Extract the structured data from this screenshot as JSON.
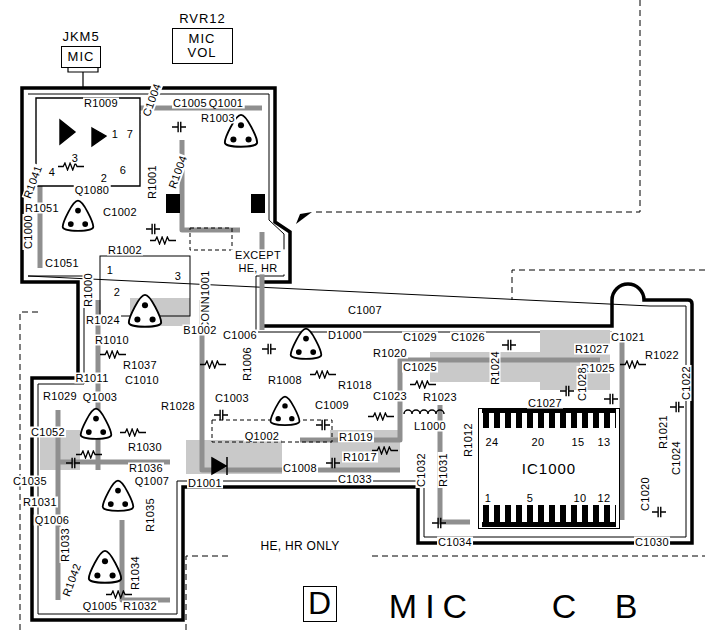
{
  "diagram": {
    "nodes": [
      {
        "text": [
          "JKM5",
          "MIC"
        ]
      },
      {
        "text": [
          "RVR12",
          "MIC VOL"
        ]
      },
      {
        "text": [
          "IC1000"
        ]
      },
      {
        "text": [
          "D"
        ]
      }
    ],
    "edges": [],
    "labels": [
      "R1009",
      "C1004",
      "C1005",
      "Q1001",
      "R1003",
      "1",
      "7",
      "3",
      "4",
      "6",
      "2",
      "R1041",
      "R1001",
      "R1004",
      "R1051",
      "Q1080",
      "C1002",
      "C1000",
      "R1002",
      "C1051",
      "EXCEPT HE, HR",
      "1",
      "3",
      "R1000",
      "2",
      "CONN1001",
      "R1024",
      "B1002",
      "R1010",
      "C1006",
      "C1007",
      "D1000",
      "C1029",
      "C1026",
      "C1021",
      "R1027",
      "R1022",
      "R1020",
      "R1037",
      "R1006",
      "R1024",
      "R1025",
      "C1025",
      "R1011",
      "C1010",
      "R1008",
      "R1018",
      "C1028",
      "C1022",
      "R1029",
      "Q1003",
      "C1023",
      "R1023",
      "C1003",
      "C1009",
      "R1028",
      "C1027",
      "24",
      "20",
      "15",
      "13",
      "R1012",
      "L1000",
      "R1021",
      "C1052",
      "R1019",
      "Q1002",
      "R1030",
      "C1024",
      "R1017",
      "C1008",
      "R1036",
      "C1032",
      "R1031",
      "C1035",
      "Q1007",
      "D1001",
      "C1033",
      "1",
      "5",
      "10",
      "12",
      "C1020",
      "R1031",
      "Q1006",
      "R1035",
      "C1034",
      "C1030",
      "HE, HR ONLY",
      "R1033",
      "R1034",
      "R1042",
      "Q1005",
      "R1032",
      "MIC",
      "C",
      "B"
    ]
  }
}
